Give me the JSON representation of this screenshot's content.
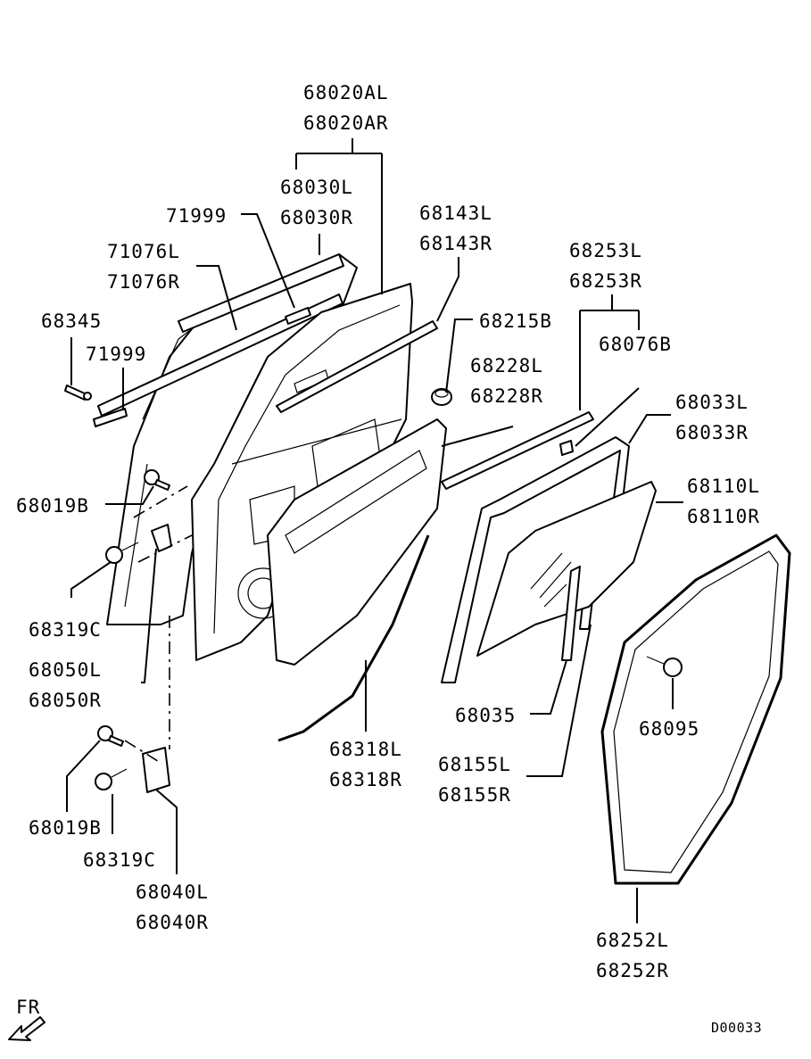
{
  "parts": {
    "p68020AL": "68020AL",
    "p68020AR": "68020AR",
    "p68030L": "68030L",
    "p68030R": "68030R",
    "p71999a": "71999",
    "p71076L": "71076L",
    "p71076R": "71076R",
    "p68345": "68345",
    "p71999b": "71999",
    "p68143L": "68143L",
    "p68143R": "68143R",
    "p68215B": "68215B",
    "p68228L": "68228L",
    "p68228R": "68228R",
    "p68253L": "68253L",
    "p68253R": "68253R",
    "p68076B": "68076B",
    "p68033L": "68033L",
    "p68033R": "68033R",
    "p68110L": "68110L",
    "p68110R": "68110R",
    "p68019Ba": "68019B",
    "p68319Ca": "68319C",
    "p68050L": "68050L",
    "p68050R": "68050R",
    "p68318L": "68318L",
    "p68318R": "68318R",
    "p68035": "68035",
    "p68095": "68095",
    "p68155L": "68155L",
    "p68155R": "68155R",
    "p68019Bb": "68019B",
    "p68319Cb": "68319C",
    "p68040L": "68040L",
    "p68040R": "68040R",
    "p68252L": "68252L",
    "p68252R": "68252R"
  },
  "direction_label": "FR",
  "diagram_code": "D00033",
  "icons": {
    "front_arrow": "arrow-down-left-icon"
  }
}
